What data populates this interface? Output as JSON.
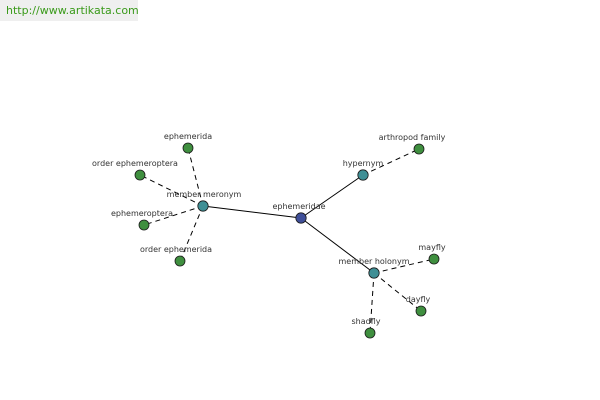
{
  "header": {
    "url": "http://www.artikata.com",
    "url_color": "#3a9a1a"
  },
  "graph": {
    "colors": {
      "center": "#3f4f99",
      "relation": "#3f8f95",
      "leaf": "#3f8f3f",
      "edge": "#000000",
      "label": "#333333"
    },
    "nodes": [
      {
        "id": "center",
        "label": "ephemeridae",
        "kind": "center"
      },
      {
        "id": "r-hypernym",
        "label": "hypernym",
        "kind": "relation"
      },
      {
        "id": "r-member-meronym",
        "label": "member meronym",
        "kind": "relation"
      },
      {
        "id": "r-member-holonym",
        "label": "member holonym",
        "kind": "relation"
      },
      {
        "id": "l-arthropod-family",
        "label": "arthropod family",
        "kind": "leaf"
      },
      {
        "id": "l-ephemerida",
        "label": "ephemerida",
        "kind": "leaf"
      },
      {
        "id": "l-order-ephemeroptera",
        "label": "order ephemeroptera",
        "kind": "leaf"
      },
      {
        "id": "l-ephemeroptera",
        "label": "ephemeroptera",
        "kind": "leaf"
      },
      {
        "id": "l-order-ephemerida",
        "label": "order ephemerida",
        "kind": "leaf"
      },
      {
        "id": "l-mayfly",
        "label": "mayfly",
        "kind": "leaf"
      },
      {
        "id": "l-dayfly",
        "label": "dayfly",
        "kind": "leaf"
      },
      {
        "id": "l-shadfly",
        "label": "shadfly",
        "kind": "leaf"
      }
    ],
    "edges": [
      {
        "from": "center",
        "to": "r-hypernym",
        "style": "solid"
      },
      {
        "from": "center",
        "to": "r-member-meronym",
        "style": "solid"
      },
      {
        "from": "center",
        "to": "r-member-holonym",
        "style": "solid"
      },
      {
        "from": "r-hypernym",
        "to": "l-arthropod-family",
        "style": "dashed"
      },
      {
        "from": "r-member-meronym",
        "to": "l-ephemerida",
        "style": "dashed"
      },
      {
        "from": "r-member-meronym",
        "to": "l-order-ephemeroptera",
        "style": "dashed"
      },
      {
        "from": "r-member-meronym",
        "to": "l-ephemeroptera",
        "style": "dashed"
      },
      {
        "from": "r-member-meronym",
        "to": "l-order-ephemerida",
        "style": "dashed"
      },
      {
        "from": "r-member-holonym",
        "to": "l-mayfly",
        "style": "dashed"
      },
      {
        "from": "r-member-holonym",
        "to": "l-dayfly",
        "style": "dashed"
      },
      {
        "from": "r-member-holonym",
        "to": "l-shadfly",
        "style": "dashed"
      }
    ]
  }
}
